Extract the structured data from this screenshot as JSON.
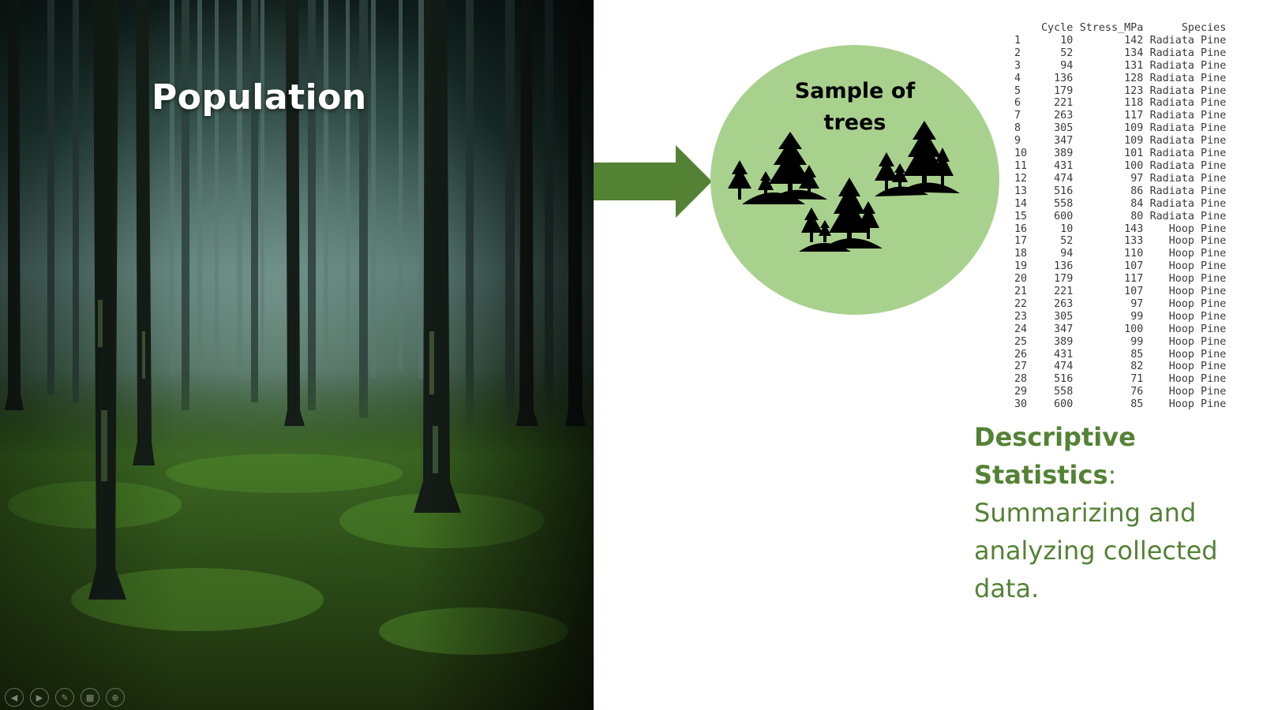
{
  "slide": {
    "population_title": "Population",
    "sample_label_line1": "Sample of",
    "sample_label_line2": "trees",
    "description_bold": "Descriptive Statistics",
    "description_colon": ":",
    "description_line1": "Summarizing and",
    "description_line2": "analyzing collected",
    "description_line3": "data."
  },
  "colors": {
    "arrow": "#548235",
    "circle_fill": "#a9d18e",
    "description_text": "#548235",
    "forest_moss": "#3e6b1f"
  },
  "icons": {
    "forest_image": "misty-forest-photo",
    "arrow": "right-arrow-icon",
    "trees": "tree-cluster-icon"
  },
  "table": {
    "headers": [
      "",
      "Cycle",
      "Stress_MPa",
      "Species"
    ],
    "rows": [
      [
        "1",
        "10",
        "142",
        "Radiata Pine"
      ],
      [
        "2",
        "52",
        "134",
        "Radiata Pine"
      ],
      [
        "3",
        "94",
        "131",
        "Radiata Pine"
      ],
      [
        "4",
        "136",
        "128",
        "Radiata Pine"
      ],
      [
        "5",
        "179",
        "123",
        "Radiata Pine"
      ],
      [
        "6",
        "221",
        "118",
        "Radiata Pine"
      ],
      [
        "7",
        "263",
        "117",
        "Radiata Pine"
      ],
      [
        "8",
        "305",
        "109",
        "Radiata Pine"
      ],
      [
        "9",
        "347",
        "109",
        "Radiata Pine"
      ],
      [
        "10",
        "389",
        "101",
        "Radiata Pine"
      ],
      [
        "11",
        "431",
        "100",
        "Radiata Pine"
      ],
      [
        "12",
        "474",
        "97",
        "Radiata Pine"
      ],
      [
        "13",
        "516",
        "86",
        "Radiata Pine"
      ],
      [
        "14",
        "558",
        "84",
        "Radiata Pine"
      ],
      [
        "15",
        "600",
        "80",
        "Radiata Pine"
      ],
      [
        "16",
        "10",
        "143",
        "Hoop Pine"
      ],
      [
        "17",
        "52",
        "133",
        "Hoop Pine"
      ],
      [
        "18",
        "94",
        "110",
        "Hoop Pine"
      ],
      [
        "19",
        "136",
        "107",
        "Hoop Pine"
      ],
      [
        "20",
        "179",
        "117",
        "Hoop Pine"
      ],
      [
        "21",
        "221",
        "107",
        "Hoop Pine"
      ],
      [
        "22",
        "263",
        "97",
        "Hoop Pine"
      ],
      [
        "23",
        "305",
        "99",
        "Hoop Pine"
      ],
      [
        "24",
        "347",
        "100",
        "Hoop Pine"
      ],
      [
        "25",
        "389",
        "99",
        "Hoop Pine"
      ],
      [
        "26",
        "431",
        "85",
        "Hoop Pine"
      ],
      [
        "27",
        "474",
        "82",
        "Hoop Pine"
      ],
      [
        "28",
        "516",
        "71",
        "Hoop Pine"
      ],
      [
        "29",
        "558",
        "76",
        "Hoop Pine"
      ],
      [
        "30",
        "600",
        "85",
        "Hoop Pine"
      ]
    ]
  },
  "slide_controls": [
    {
      "name": "prev-slide-icon",
      "glyph": "◀"
    },
    {
      "name": "next-slide-icon",
      "glyph": "▶"
    },
    {
      "name": "pen-icon",
      "glyph": "✎"
    },
    {
      "name": "slides-grid-icon",
      "glyph": "▦"
    },
    {
      "name": "zoom-icon",
      "glyph": "⊕"
    }
  ]
}
